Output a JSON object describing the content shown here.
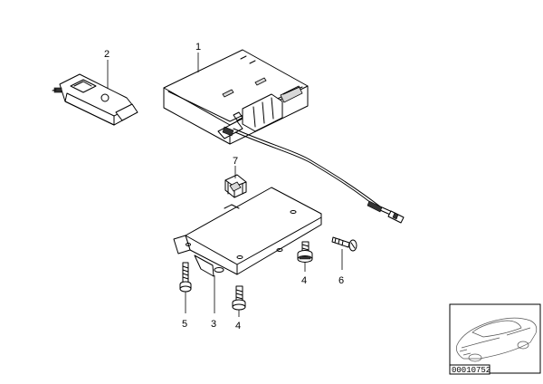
{
  "callouts": {
    "part_1": "1",
    "part_2": "2",
    "part_3": "3",
    "part_4a": "4",
    "part_4b": "4",
    "part_5": "5",
    "part_6": "6",
    "part_7": "7"
  },
  "thumbnail": {
    "document_id": "00010752"
  }
}
